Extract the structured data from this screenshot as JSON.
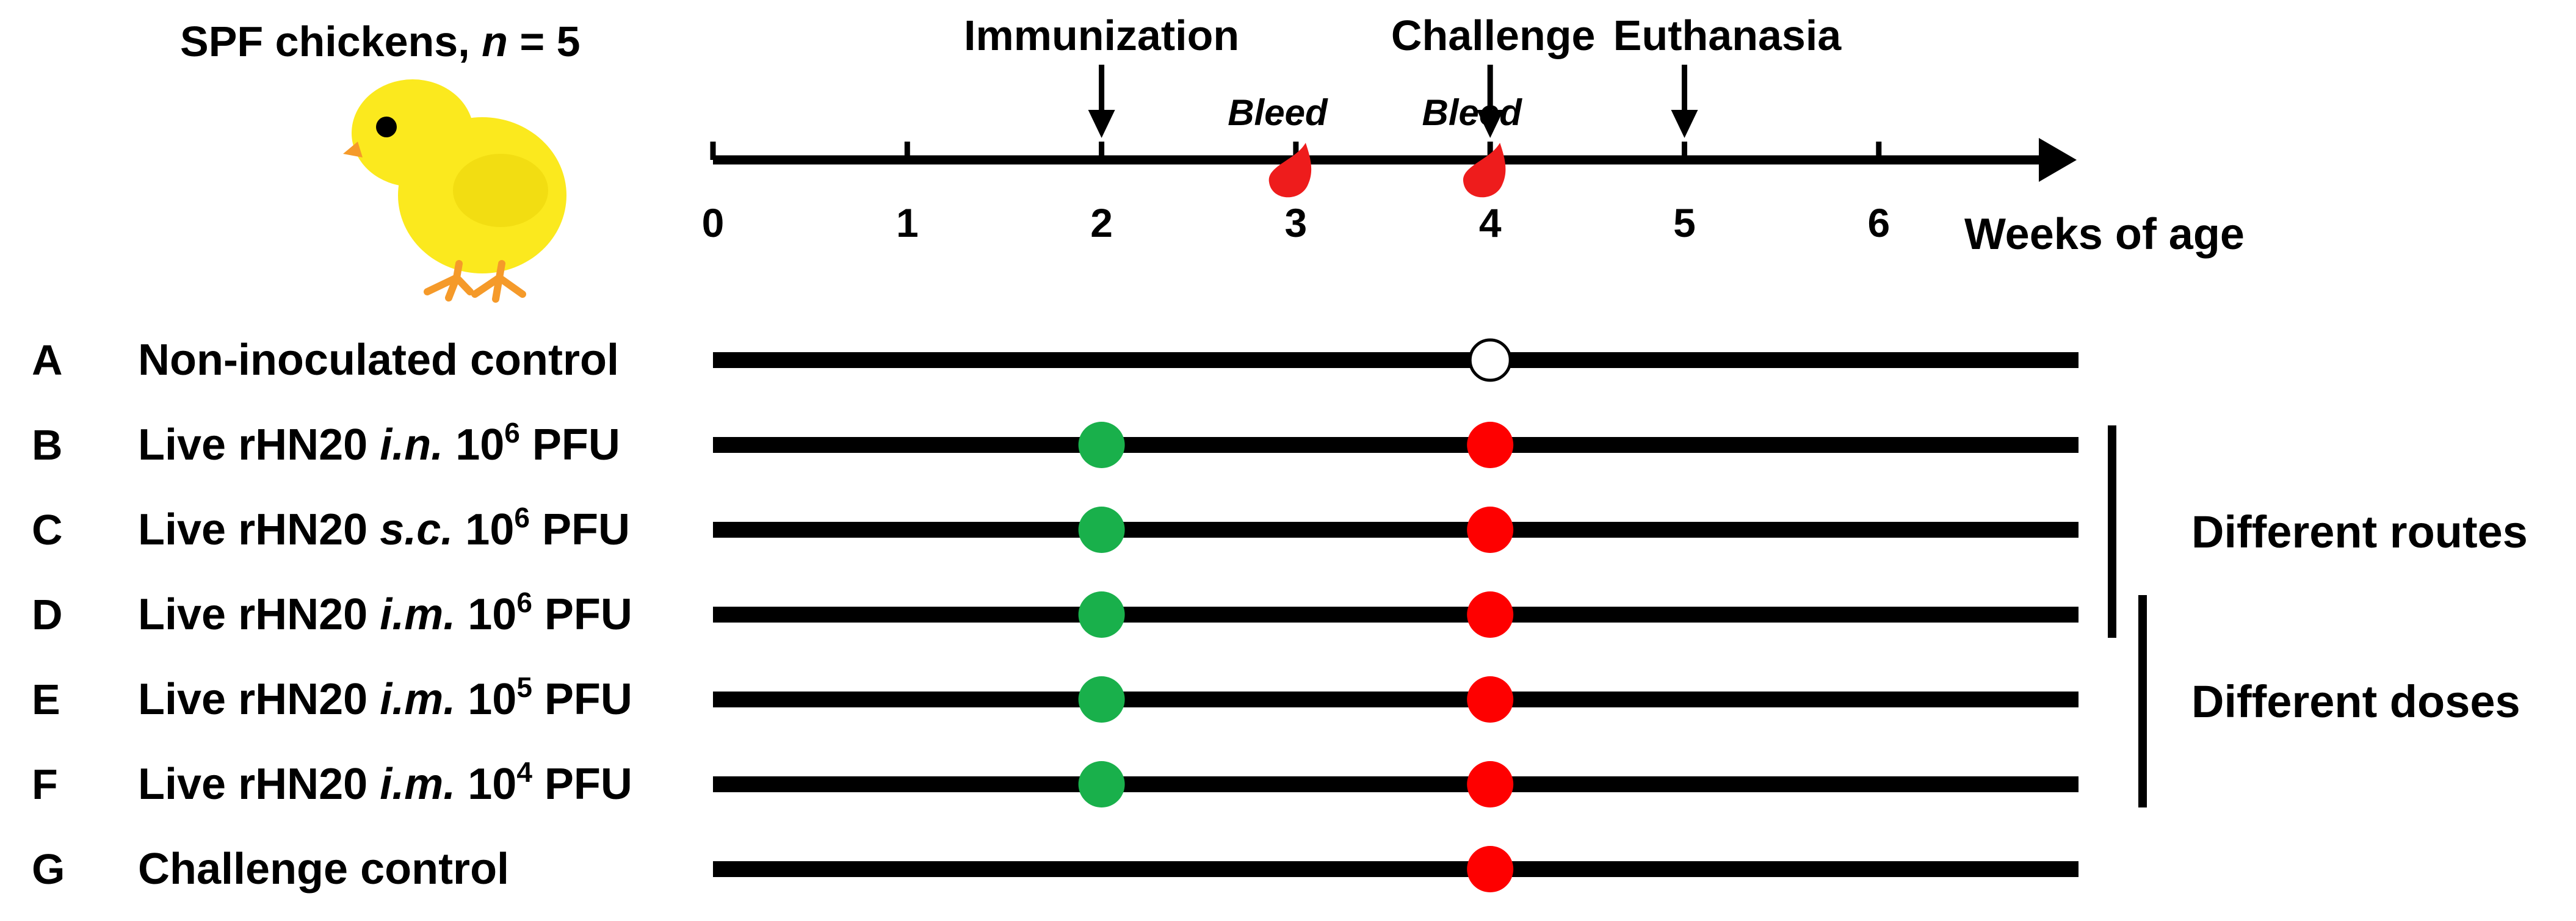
{
  "header": {
    "title_prefix": "SPF chickens, ",
    "title_n": "n",
    "title_suffix": " = 5"
  },
  "timeline": {
    "ticks": [
      "0",
      "1",
      "2",
      "3",
      "4",
      "5",
      "6"
    ],
    "axis_label": "Weeks of age",
    "events": [
      {
        "label": "Immunization",
        "week": 2
      },
      {
        "label": "Challenge",
        "week": 4
      },
      {
        "label": "Euthanasia",
        "week": 5
      }
    ],
    "bleeds": [
      {
        "label": "Bleed",
        "week": 3
      },
      {
        "label": "Bleed",
        "week": 4
      }
    ]
  },
  "groups": [
    {
      "letter": "A",
      "parts": [
        {
          "t": "Non-inoculated control",
          "s": "n"
        }
      ],
      "immunized": false,
      "challenge": "open"
    },
    {
      "letter": "B",
      "parts": [
        {
          "t": "Live rHN20 ",
          "s": "n"
        },
        {
          "t": "i.n.",
          "s": "i"
        },
        {
          "t": " 10",
          "s": "n"
        },
        {
          "t": "6",
          "s": "sup"
        },
        {
          "t": " PFU",
          "s": "n"
        }
      ],
      "immunized": true,
      "challenge": "red"
    },
    {
      "letter": "C",
      "parts": [
        {
          "t": "Live rHN20 ",
          "s": "n"
        },
        {
          "t": "s.c.",
          "s": "i"
        },
        {
          "t": " 10",
          "s": "n"
        },
        {
          "t": "6",
          "s": "sup"
        },
        {
          "t": " PFU",
          "s": "n"
        }
      ],
      "immunized": true,
      "challenge": "red"
    },
    {
      "letter": "D",
      "parts": [
        {
          "t": "Live rHN20 ",
          "s": "n"
        },
        {
          "t": "i.m.",
          "s": "i"
        },
        {
          "t": " 10",
          "s": "n"
        },
        {
          "t": "6",
          "s": "sup"
        },
        {
          "t": " PFU",
          "s": "n"
        }
      ],
      "immunized": true,
      "challenge": "red"
    },
    {
      "letter": "E",
      "parts": [
        {
          "t": "Live rHN20 ",
          "s": "n"
        },
        {
          "t": "i.m.",
          "s": "i"
        },
        {
          "t": " 10",
          "s": "n"
        },
        {
          "t": "5",
          "s": "sup"
        },
        {
          "t": " PFU",
          "s": "n"
        }
      ],
      "immunized": true,
      "challenge": "red"
    },
    {
      "letter": "F",
      "parts": [
        {
          "t": "Live rHN20 ",
          "s": "n"
        },
        {
          "t": "i.m.",
          "s": "i"
        },
        {
          "t": " 10",
          "s": "n"
        },
        {
          "t": "4",
          "s": "sup"
        },
        {
          "t": " PFU",
          "s": "n"
        }
      ],
      "immunized": true,
      "challenge": "red"
    },
    {
      "letter": "G",
      "parts": [
        {
          "t": "Challenge control",
          "s": "n"
        }
      ],
      "immunized": false,
      "challenge": "red"
    }
  ],
  "brackets": [
    {
      "label": "Different routes",
      "from_group": "B",
      "to_group": "D"
    },
    {
      "label": "Different doses",
      "from_group": "D",
      "to_group": "F"
    }
  ],
  "colors": {
    "immunization_dot": "#19b04b",
    "challenge_dot": "#fe0000",
    "blood_drop": "#ee1c1c",
    "line": "#000000",
    "chick_body": "#fbe91e",
    "chick_beak_feet": "#f59a2a"
  }
}
